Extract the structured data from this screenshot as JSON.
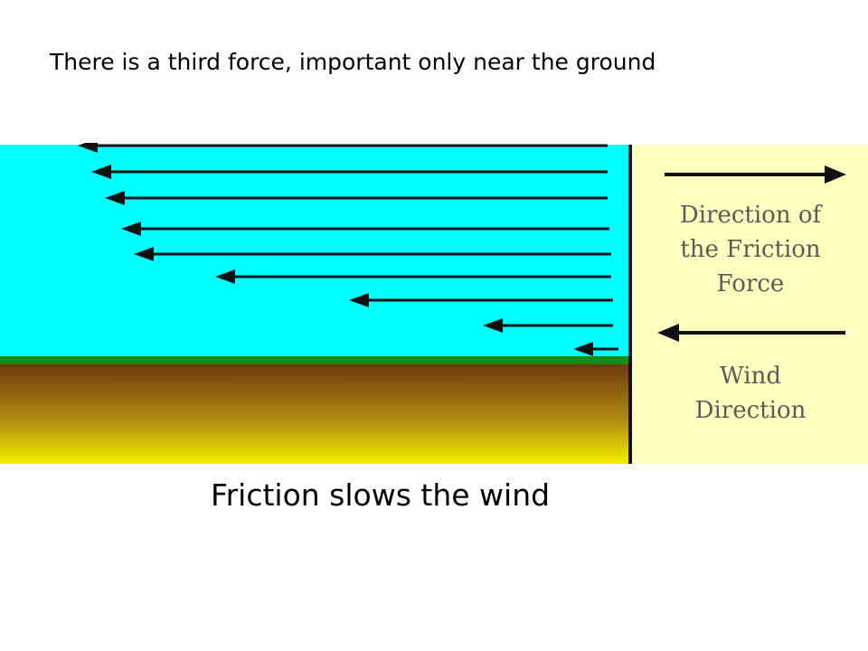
{
  "heading": "There is a third force, important only near the ground",
  "caption": "Friction slows the wind",
  "legend": {
    "friction_label": "Direction of the Friction Force",
    "wind_label": "Wind Direction",
    "friction_arrow_direction": "right",
    "wind_arrow_direction": "left"
  },
  "colors": {
    "sky": "#00ffff",
    "panel": "#ffffc0",
    "grass": "#1a8a10",
    "soil_top": "#6e3a10",
    "soil_bottom": "#f2f000",
    "arrow": "#111111"
  },
  "wind_profile": {
    "arrow_tip_order": "top to bottom, decreasing length near the ground",
    "arrow_count": 9
  }
}
